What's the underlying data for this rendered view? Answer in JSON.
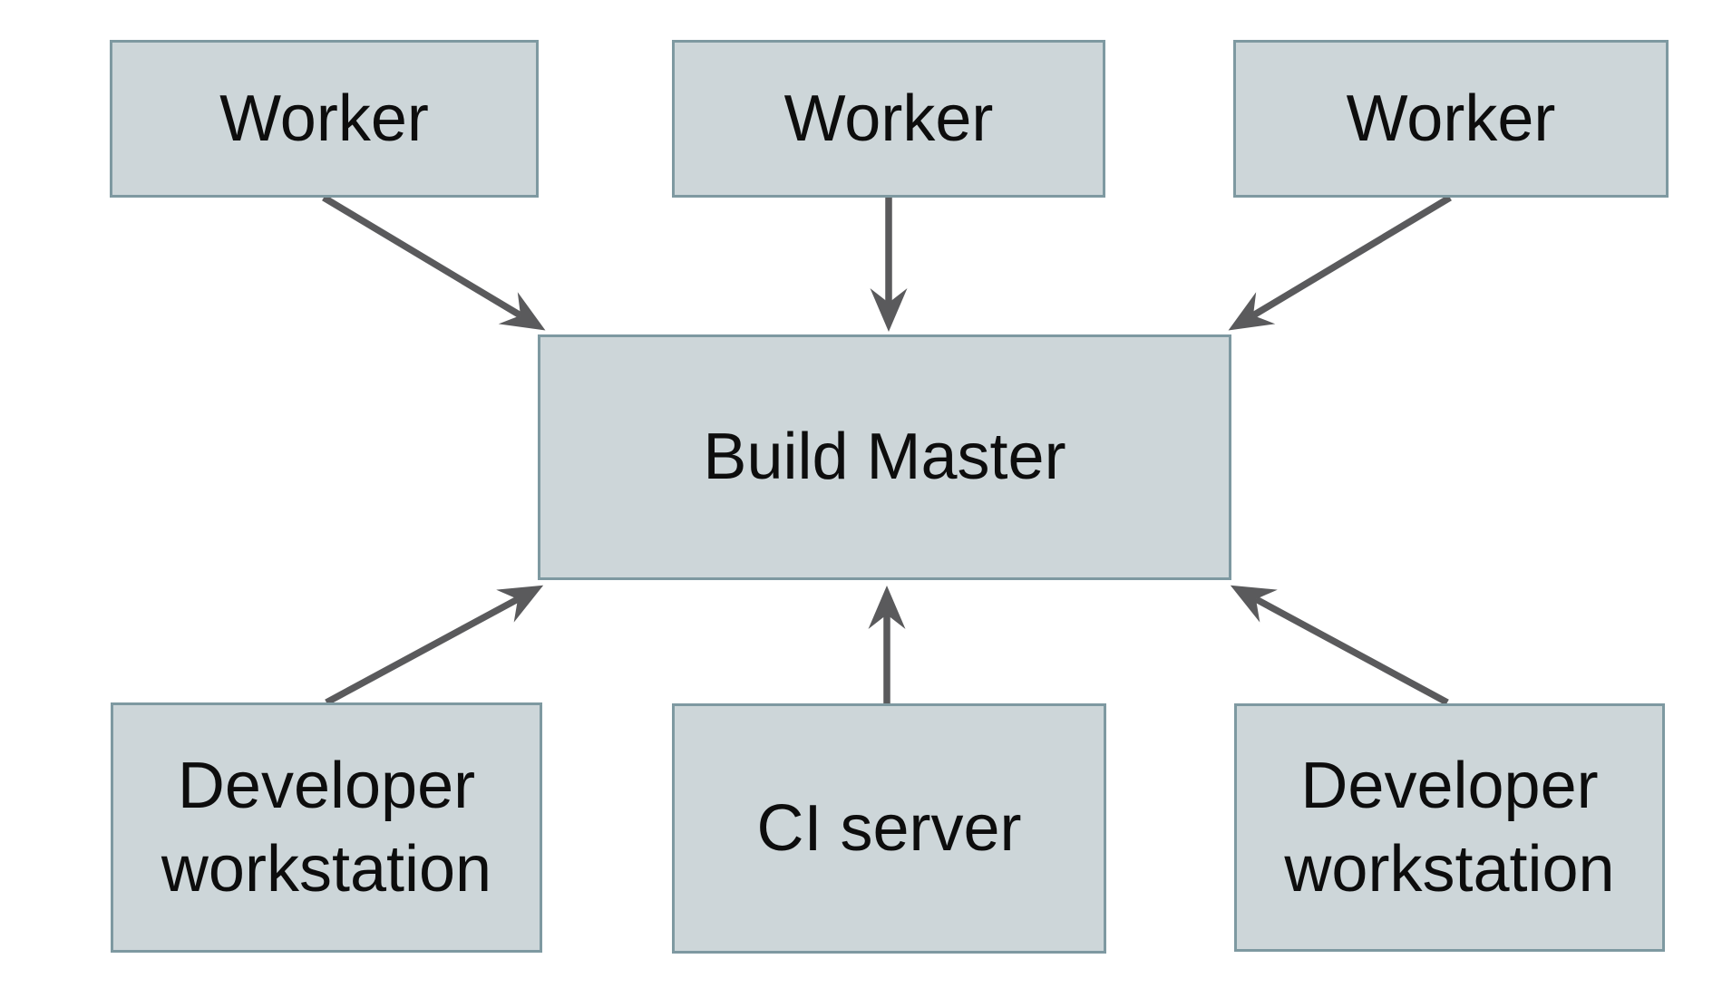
{
  "diagram": {
    "nodes": [
      {
        "id": "worker-1",
        "label": "Worker"
      },
      {
        "id": "worker-2",
        "label": "Worker"
      },
      {
        "id": "worker-3",
        "label": "Worker"
      },
      {
        "id": "build-master",
        "label": "Build Master"
      },
      {
        "id": "developer-workstation-left",
        "label": "Developer\nworkstation"
      },
      {
        "id": "ci-server",
        "label": "CI server"
      },
      {
        "id": "developer-workstation-right",
        "label": "Developer\nworkstation"
      }
    ],
    "edges": [
      {
        "from": "worker-1",
        "to": "build-master"
      },
      {
        "from": "worker-2",
        "to": "build-master"
      },
      {
        "from": "worker-3",
        "to": "build-master"
      },
      {
        "from": "developer-workstation-left",
        "to": "build-master"
      },
      {
        "from": "ci-server",
        "to": "build-master"
      },
      {
        "from": "developer-workstation-right",
        "to": "build-master"
      }
    ],
    "colors": {
      "background": "#ffffff",
      "node_fill": "#cdd6d9",
      "node_border": "#7e99a1",
      "arrow": "#5a5a5c",
      "text": "#0d0d0d"
    }
  }
}
